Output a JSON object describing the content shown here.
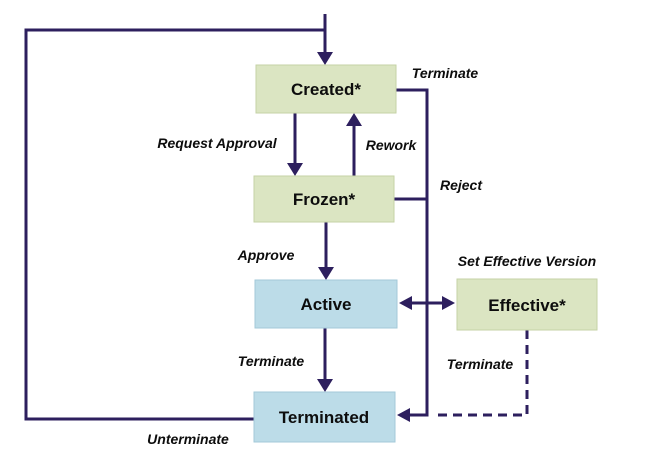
{
  "states": {
    "created": {
      "label": "Created*"
    },
    "frozen": {
      "label": "Frozen*"
    },
    "active": {
      "label": "Active"
    },
    "effective": {
      "label": "Effective*"
    },
    "terminated": {
      "label": "Terminated"
    }
  },
  "transitions": {
    "terminate_created": {
      "label": "Terminate"
    },
    "request_approval": {
      "label": "Request Approval"
    },
    "rework": {
      "label": "Rework"
    },
    "reject": {
      "label": "Reject"
    },
    "approve": {
      "label": "Approve"
    },
    "set_effective_version": {
      "label": "Set Effective Version"
    },
    "terminate_active": {
      "label": "Terminate"
    },
    "terminate_effective": {
      "label": "Terminate"
    },
    "unterminate": {
      "label": "Unterminate"
    }
  },
  "colors": {
    "line": "#2d1f5e",
    "state_green_fill": "#dbe5c2",
    "state_green_border": "#c5d2a6",
    "state_blue_fill": "#bcdce8",
    "state_blue_border": "#a3c9d8",
    "label_text": "#0d0d0d"
  }
}
